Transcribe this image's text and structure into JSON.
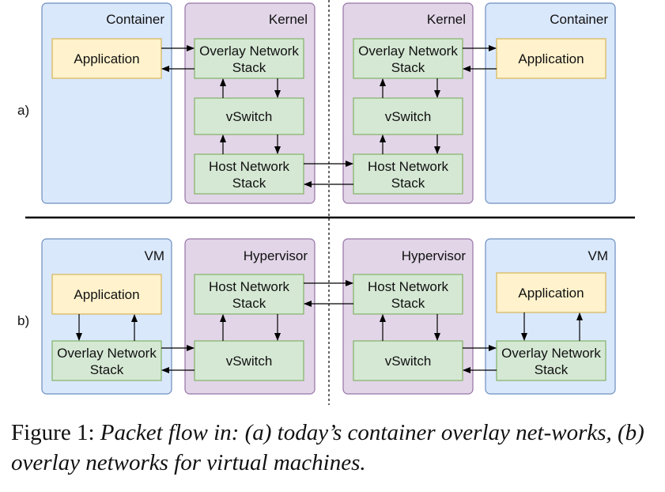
{
  "row_a": {
    "label": "a)",
    "left_container": {
      "title": "Container",
      "app": "Application"
    },
    "left_kernel": {
      "title": "Kernel",
      "overlay": [
        "Overlay Network",
        "Stack"
      ],
      "vswitch": "vSwitch",
      "host": [
        "Host Network",
        "Stack"
      ]
    },
    "right_kernel": {
      "title": "Kernel",
      "overlay": [
        "Overlay Network",
        "Stack"
      ],
      "vswitch": "vSwitch",
      "host": [
        "Host Network",
        "Stack"
      ]
    },
    "right_container": {
      "title": "Container",
      "app": "Application"
    }
  },
  "row_b": {
    "label": "b)",
    "left_vm": {
      "title": "VM",
      "app": "Application",
      "overlay": [
        "Overlay Network",
        "Stack"
      ]
    },
    "left_hypervisor": {
      "title": "Hypervisor",
      "host": [
        "Host Network",
        "Stack"
      ],
      "vswitch": "vSwitch"
    },
    "right_hypervisor": {
      "title": "Hypervisor",
      "host": [
        "Host Network",
        "Stack"
      ],
      "vswitch": "vSwitch"
    },
    "right_vm": {
      "title": "VM",
      "app": "Application",
      "overlay": [
        "Overlay Network",
        "Stack"
      ]
    }
  },
  "caption": {
    "prefix": "Figure 1: ",
    "text": "Packet flow in: (a) today’s container overlay net-works, (b) overlay networks for virtual machines."
  },
  "colors": {
    "blue_fill": "#dae8fc",
    "blue_stroke": "#6c8ebf",
    "purple_fill": "#e1d5e7",
    "purple_stroke": "#9673a6",
    "yellow_fill": "#fff2cc",
    "yellow_stroke": "#d6b656",
    "green_fill": "#d5e8d4",
    "green_stroke": "#82b366"
  }
}
